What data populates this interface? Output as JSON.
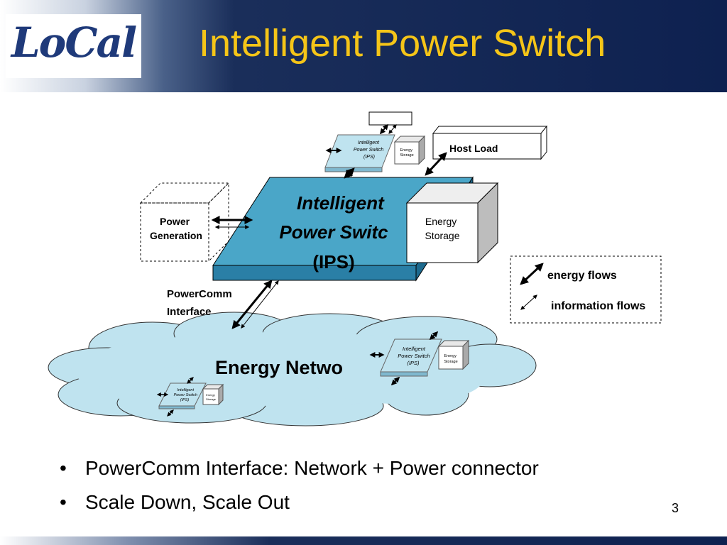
{
  "slide": {
    "title": "Intelligent Power Switch",
    "logo_text": "LoCal",
    "page_number": "3",
    "bullets": [
      "PowerComm Interface: Network + Power connector",
      "Scale Down, Scale Out"
    ],
    "bullet_glyph": "•"
  },
  "diagram": {
    "ips_main_line1": "Intelligent",
    "ips_main_line2": "Power Switc",
    "ips_main_line3": "(IPS)",
    "energy_storage_line1": "Energy",
    "energy_storage_line2": "Storage",
    "power_generation_line1": "Power",
    "power_generation_line2": "Generation",
    "host_load": "Host Load",
    "powercomm_line1": "PowerComm",
    "powercomm_line2": "Interface",
    "energy_network": "Energy Netwo",
    "legend_energy_flows": "energy flows",
    "legend_information_flows": "information flows",
    "mini_ips_line1": "Intelligent",
    "mini_ips_line2": "Power Switch",
    "mini_ips_line3": "(IPS)",
    "mini_storage_line1": "Energy",
    "mini_storage_line2": "Storage"
  },
  "colors": {
    "title": "#f5c518",
    "header_bg": "#0e2150",
    "ips_top": "#4aa6c8",
    "ips_side": "#2a7fa6",
    "cloud": "#bfe3ef"
  }
}
